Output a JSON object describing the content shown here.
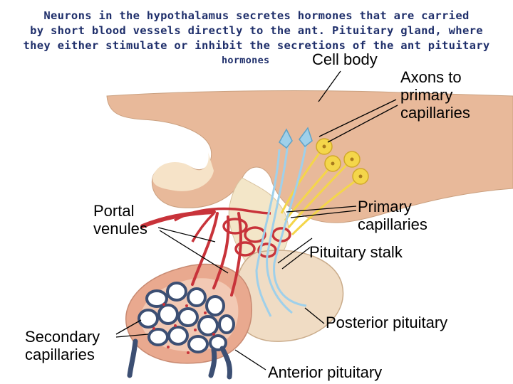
{
  "heading": {
    "line1": "Neurons in the hypothalamus secretes hormones that are carried",
    "line2": "by short blood vessels directly to the ant. Pituitary gland, where",
    "line3": "they either stimulate or inhibit the secretions of the ant pituitary",
    "line4": "hormones"
  },
  "labels": {
    "cell_body": "Cell body",
    "axons_line1": "Axons to",
    "axons_line2": "primary",
    "axons_line3": "capillaries",
    "portal_line1": "Portal",
    "portal_line2": "venules",
    "primary_line1": "Primary",
    "primary_line2": "capillaries",
    "stalk": "Pituitary stalk",
    "posterior": "Posterior pituitary",
    "secondary_line1": "Secondary",
    "secondary_line2": "capillaries",
    "anterior": "Anterior pituitary"
  },
  "colors": {
    "heading_text": "#1f2f6b",
    "hypothalamus_tissue": "#e8b99a",
    "stalk_tissue": "#f3e6c8",
    "anterior_tissue": "#e9a98f",
    "posterior_tissue": "#f0dcc4",
    "vessel_red": "#c8333a",
    "capillary_blue": "#3c4f73",
    "neuron_yellow": "#f4d64a",
    "neuron_blue": "#9fd0ea"
  }
}
